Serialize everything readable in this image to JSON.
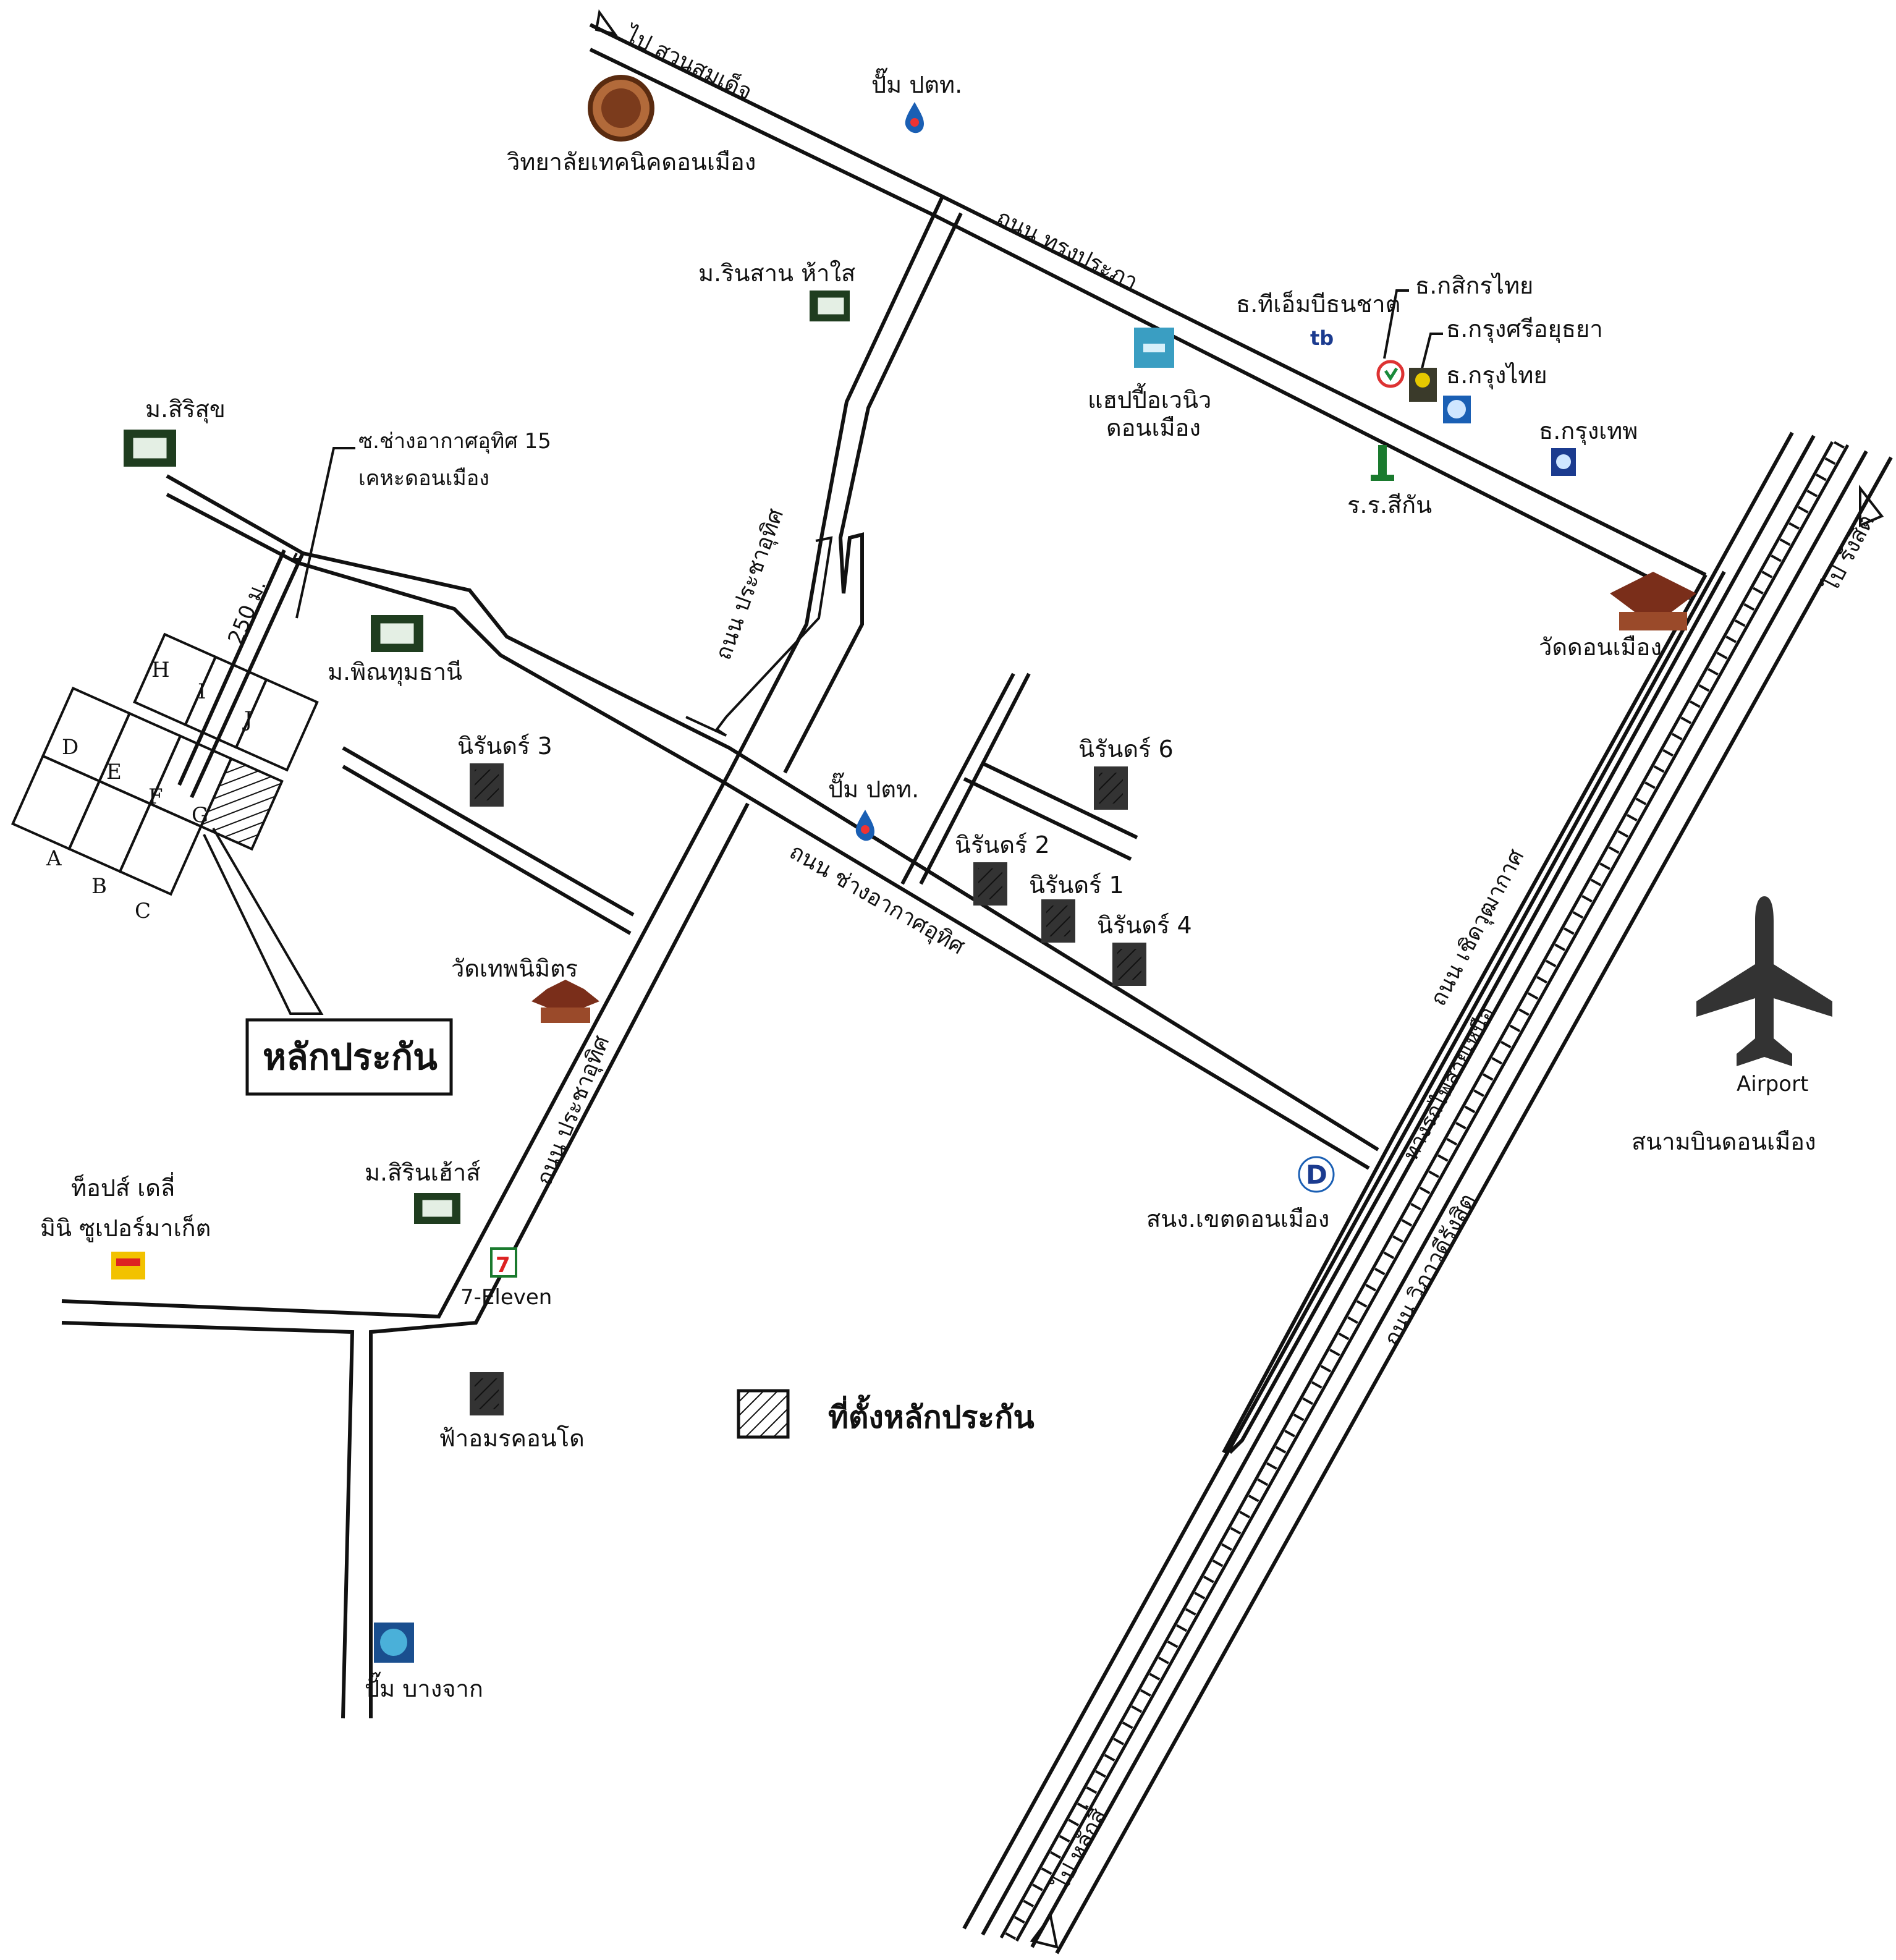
{
  "roads": {
    "to_suan_somdet": "ไป สวนสมเด็จ",
    "songprapa": "ถนน ทรงประภา",
    "pracha_uthit_north": "ถนน ประชาอุทิศ",
    "pracha_uthit_south": "ถนน ประชาอุทิศ",
    "chang_akat_uthit": "ถนน ช่างอากาศอุทิศ",
    "choet_wutthakat": "ถนน เชิดวุฒากาศ",
    "vibhavadi": "ถนน วิภาวดีรังสิต",
    "railway": "ทางรถไฟสายเหนือ",
    "to_rangsit": "ไป รังสิต",
    "to_lak_si": "ไป หลักสี่",
    "soi_label_line1": "ซ.ช่างอากาศอุทิศ 15",
    "soi_label_line2": "เคหะดอนเมือง",
    "distance": "250 ม."
  },
  "places": {
    "college": "วิทยาลัยเทคนิคดอนเมือง",
    "ptt_top": "ปั๊ม ปตท.",
    "rinsan": "ม.รินสาน ห้าใส",
    "siri_suk": "ม.สิริสุข",
    "tib": "ธ.ทีเอ็มบีธนชาต",
    "kasikorn": "ธ.กสิกรไทย",
    "krungsri": "ธ.กรุงศรีอยุธยา",
    "krungthai": "ธ.กรุงไทย",
    "bangkok_bank": "ธ.กรุงเทพ",
    "happy_avenue_line1": "แฮปปี้อเวนิว",
    "happy_avenue_line2": "ดอนเมือง",
    "school_sikan": "ร.ร.สีกัน",
    "wat_don_mueang": "วัดดอนเมือง",
    "pathum_thani": "ม.พิณทุมธานี",
    "nirun_3": "นิรันดร์ 3",
    "nirun_6": "นิรันดร์ 6",
    "ptt_mid": "ปั๊ม ปตท.",
    "nirun_2": "นิรันดร์ 2",
    "nirun_1": "นิรันดร์ 1",
    "nirun_4": "นิรันดร์ 4",
    "wat_thep_nimit": "วัดเทพนิมิตร",
    "siri_house": "ม.สิรินเฮ้าส์",
    "tesco_line1": "ท็อปส์ เดลี่",
    "tesco_line2": "มินิ ซูเปอร์มาเก็ต",
    "seven_eleven": "7-Eleven",
    "fa_amorn": "ฟ้าอมรคอนโด",
    "district_office": "สนง.เขตดอนเมือง",
    "pump_bangchak": "ปั๊ม บางจาก",
    "airport_en": "Airport",
    "airport_th": "สนามบินดอนเมือง"
  },
  "plots": [
    "H",
    "I",
    "J",
    "D",
    "E",
    "F",
    "G",
    "A",
    "B",
    "C"
  ],
  "collateral_label": "หลักประกัน",
  "legend": {
    "collateral_location": "ที่ตั้งหลักประกัน"
  },
  "colors": {
    "lines": "#111111",
    "ptt_drop": "#1a5fb4",
    "village_icon": "#1f3d1f",
    "temple": "#7a2e1a",
    "college_seal": "#7b3b1c",
    "happy_avenue": "#3a9ec2",
    "seven_eleven": "#1a7a2e",
    "tesco": "#f2c200"
  },
  "icons": [
    "college-seal-icon",
    "gas-drop-icon",
    "village-house-icon",
    "tmb-logo-icon",
    "kbank-logo-icon",
    "krungsri-logo-icon",
    "ktb-logo-icon",
    "bbl-logo-icon",
    "mall-icon",
    "school-icon",
    "temple-icon",
    "condo-building-icon",
    "seven-eleven-icon",
    "tops-logo-icon",
    "district-office-icon",
    "bangchak-icon",
    "airplane-icon"
  ]
}
